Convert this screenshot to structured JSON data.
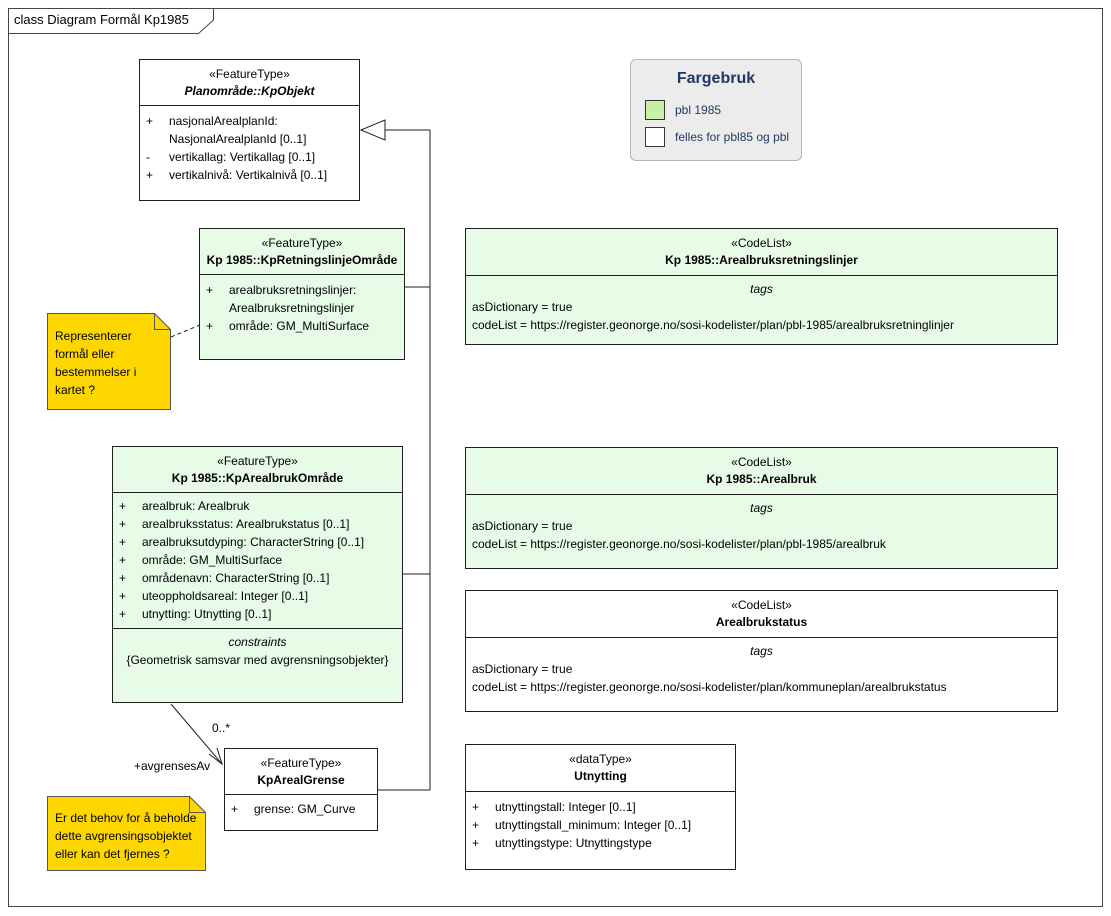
{
  "frame": {
    "title": "class Diagram Formål Kp1985"
  },
  "legend": {
    "title": "Fargebruk",
    "items": [
      {
        "color": "#c6f0a6",
        "label": "pbl 1985"
      },
      {
        "color": "#ffffff",
        "label": "felles for pbl85 og pbl"
      }
    ]
  },
  "classes": {
    "kpobjekt": {
      "stereotype": "«FeatureType»",
      "name": "Planområde::KpObjekt",
      "attributes": [
        {
          "vis": "+",
          "text": "nasjonalArealplanId:",
          "cont": "NasjonalArealplanId [0..1]"
        },
        {
          "vis": "-",
          "text": "vertikallag: Vertikallag [0..1]"
        },
        {
          "vis": "+",
          "text": "vertikalnivå: Vertikalnivå [0..1]"
        }
      ]
    },
    "retningslinje": {
      "stereotype": "«FeatureType»",
      "name": "Kp 1985::KpRetningslinjeOmråde",
      "attributes": [
        {
          "vis": "+",
          "text": "arealbruksretningslinjer:",
          "cont": "Arealbruksretningslinjer"
        },
        {
          "vis": "+",
          "text": "område: GM_MultiSurface"
        }
      ]
    },
    "arealbrukomrade": {
      "stereotype": "«FeatureType»",
      "name": "Kp 1985::KpArealbrukOmråde",
      "attributes": [
        {
          "vis": "+",
          "text": "arealbruk: Arealbruk"
        },
        {
          "vis": "+",
          "text": "arealbruksstatus: Arealbrukstatus [0..1]"
        },
        {
          "vis": "+",
          "text": "arealbruksutdyping: CharacterString [0..1]"
        },
        {
          "vis": "+",
          "text": "område: GM_MultiSurface"
        },
        {
          "vis": "+",
          "text": "områdenavn: CharacterString [0..1]"
        },
        {
          "vis": "+",
          "text": "uteoppholdsareal: Integer [0..1]"
        },
        {
          "vis": "+",
          "text": "utnytting: Utnytting [0..1]"
        }
      ],
      "constraints_label": "constraints",
      "constraint": "{Geometrisk samsvar med avgrensningsobjekter}"
    },
    "arealgrense": {
      "stereotype": "«FeatureType»",
      "name": "KpArealGrense",
      "attributes": [
        {
          "vis": "+",
          "text": "grense: GM_Curve"
        }
      ]
    },
    "cl_retningslinjer": {
      "stereotype": "«CodeList»",
      "name": "Kp 1985::Arealbruksretningslinjer",
      "tags_label": "tags",
      "tags": [
        "asDictionary = true",
        "codeList = https://register.geonorge.no/sosi-kodelister/plan/pbl-1985/arealbruksretninglinjer"
      ]
    },
    "cl_arealbruk": {
      "stereotype": "«CodeList»",
      "name": "Kp 1985::Arealbruk",
      "tags_label": "tags",
      "tags": [
        "asDictionary = true",
        "codeList = https://register.geonorge.no/sosi-kodelister/plan/pbl-1985/arealbruk"
      ]
    },
    "cl_status": {
      "stereotype": "«CodeList»",
      "name": "Arealbrukstatus",
      "tags_label": "tags",
      "tags": [
        "asDictionary = true",
        "codeList = https://register.geonorge.no/sosi-kodelister/plan/kommuneplan/arealbrukstatus"
      ]
    },
    "dt_utnytting": {
      "stereotype": "«dataType»",
      "name": "Utnytting",
      "attributes": [
        {
          "vis": "+",
          "text": "utnyttingstall: Integer [0..1]"
        },
        {
          "vis": "+",
          "text": "utnyttingstall_minimum: Integer [0..1]"
        },
        {
          "vis": "+",
          "text": "utnyttingstype: Utnyttingstype"
        }
      ]
    }
  },
  "notes": {
    "note1": [
      "Representerer",
      "formål eller",
      "bestemmelser i",
      "kartet ?"
    ],
    "note2": [
      "Er det behov for å beholde",
      "dette avgrensingsobjektet",
      "eller kan det fjernes ?"
    ]
  },
  "association": {
    "multiplicity": "0..*",
    "role": "+avgrensesAv"
  }
}
